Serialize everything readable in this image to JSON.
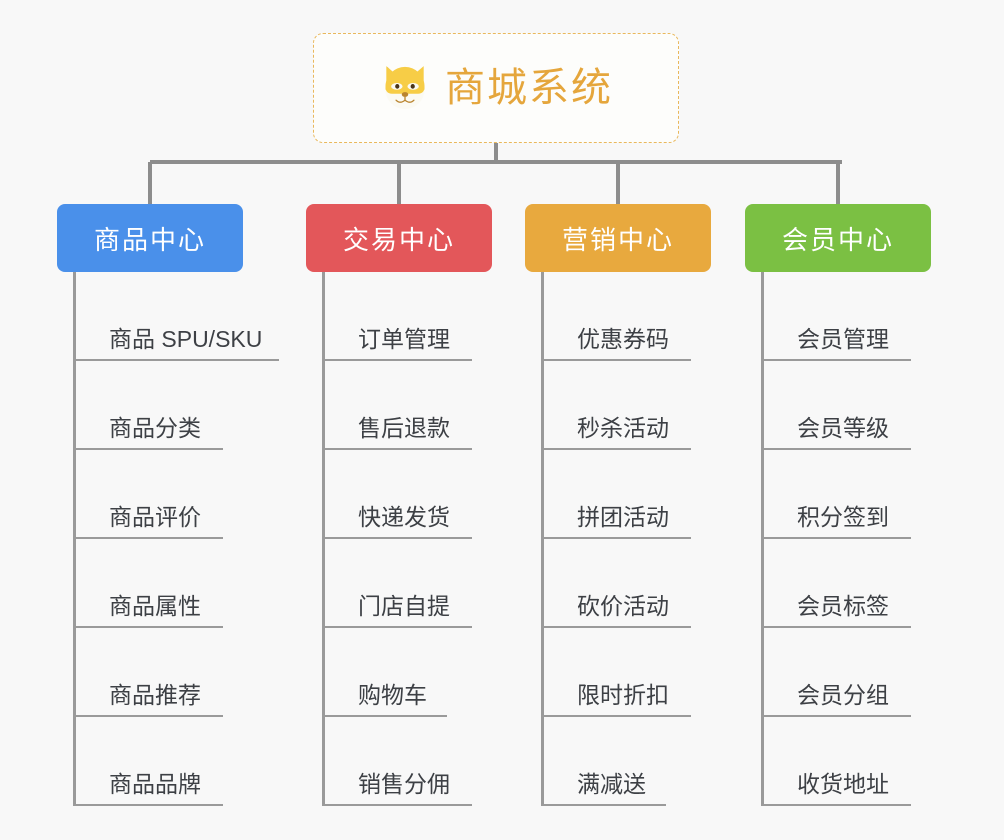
{
  "root": {
    "title": "商城系统",
    "icon": "shiba-dog-face-emoji",
    "title_color": "#e5a63c",
    "border_color": "#e9b85c"
  },
  "canvas": {
    "background": "#f8f8f8",
    "connector_color": "#8d8d8d",
    "leaf_text_color": "#3d4045",
    "leaf_rule_color": "#9a9a9a"
  },
  "categories": [
    {
      "label": "商品中心",
      "color": "#4a90ea",
      "items": [
        {
          "label": "商品 SPU/SKU",
          "rule_width": 206
        },
        {
          "label": "商品分类",
          "rule_width": 150
        },
        {
          "label": "商品评价",
          "rule_width": 150
        },
        {
          "label": "商品属性",
          "rule_width": 150
        },
        {
          "label": "商品推荐",
          "rule_width": 150
        },
        {
          "label": "商品品牌",
          "rule_width": 150
        }
      ]
    },
    {
      "label": "交易中心",
      "color": "#e3575a",
      "items": [
        {
          "label": "订单管理",
          "rule_width": 150
        },
        {
          "label": "售后退款",
          "rule_width": 150
        },
        {
          "label": "快递发货",
          "rule_width": 150
        },
        {
          "label": "门店自提",
          "rule_width": 150
        },
        {
          "label": "购物车",
          "rule_width": 125
        },
        {
          "label": "销售分佣",
          "rule_width": 150
        }
      ]
    },
    {
      "label": "营销中心",
      "color": "#e8a93e",
      "items": [
        {
          "label": "优惠券码",
          "rule_width": 150
        },
        {
          "label": "秒杀活动",
          "rule_width": 150
        },
        {
          "label": "拼团活动",
          "rule_width": 150
        },
        {
          "label": "砍价活动",
          "rule_width": 150
        },
        {
          "label": "限时折扣",
          "rule_width": 150
        },
        {
          "label": "满减送",
          "rule_width": 125
        }
      ]
    },
    {
      "label": "会员中心",
      "color": "#7bc043",
      "items": [
        {
          "label": "会员管理",
          "rule_width": 150
        },
        {
          "label": "会员等级",
          "rule_width": 150
        },
        {
          "label": "积分签到",
          "rule_width": 150
        },
        {
          "label": "会员标签",
          "rule_width": 150
        },
        {
          "label": "会员分组",
          "rule_width": 150
        },
        {
          "label": "收货地址",
          "rule_width": 150
        }
      ]
    }
  ]
}
